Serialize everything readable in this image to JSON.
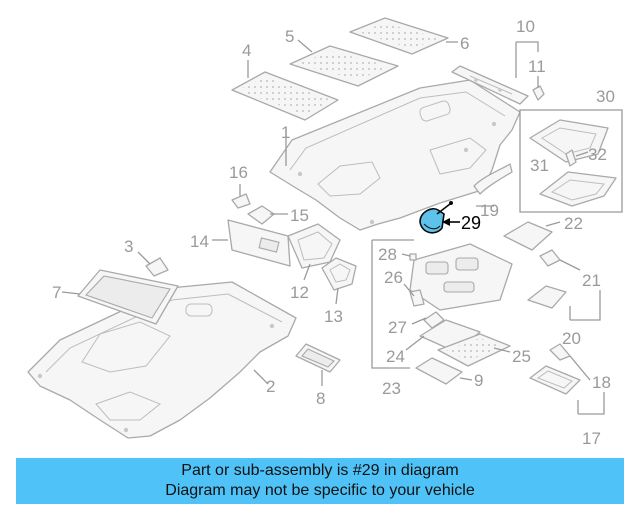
{
  "highlighted_part": "29",
  "part_labels": {
    "p1": "1",
    "p2": "2",
    "p3": "3",
    "p4": "4",
    "p5": "5",
    "p6": "6",
    "p7": "7",
    "p8": "8",
    "p9": "9",
    "p10": "10",
    "p11": "11",
    "p12": "12",
    "p13": "13",
    "p14": "14",
    "p15": "15",
    "p16": "16",
    "p17": "17",
    "p18": "18",
    "p19": "19",
    "p20": "20",
    "p21": "21",
    "p22": "22",
    "p23": "23",
    "p24": "24",
    "p25": "25",
    "p26": "26",
    "p27": "27",
    "p28": "28",
    "p29": "29",
    "p30": "30",
    "p31": "31",
    "p32": "32"
  },
  "caption": {
    "line1": "Part or sub-assembly is #29 in diagram",
    "line2": "Diagram may not be specific to your vehicle"
  },
  "colors": {
    "highlight": "#5ec3ea",
    "caption_bg": "#4fc3f7",
    "line_art": "#a9a9a9"
  }
}
